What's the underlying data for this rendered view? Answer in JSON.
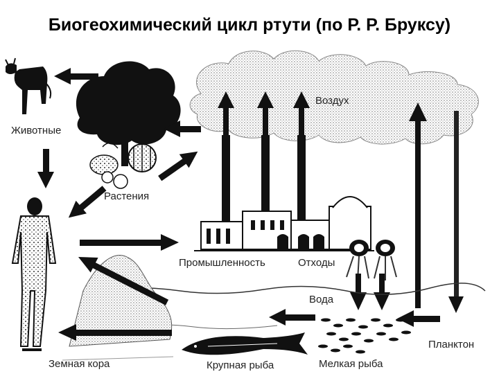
{
  "title": "Биогеохимический цикл ртути (по Р. Р. Бруксу)",
  "labels": {
    "animals": "Животные",
    "plants": "Растения",
    "air": "Воздух",
    "industry": "Промышленность",
    "waste": "Отходы",
    "water": "Вода",
    "plankton": "Планктон",
    "crust": "Земная кора",
    "big_fish": "Крупная рыба",
    "small_fish": "Мелкая рыба"
  }
}
